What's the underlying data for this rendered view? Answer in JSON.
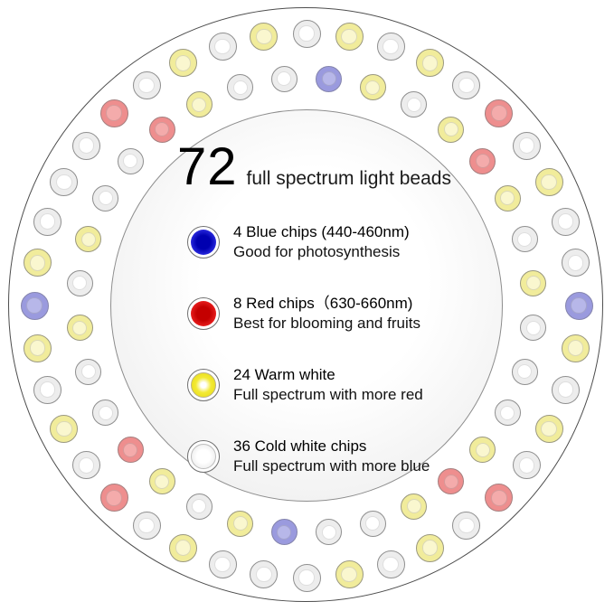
{
  "title": {
    "count": "72",
    "label": "full spectrum light beads"
  },
  "legend": [
    {
      "type": "blue",
      "line1": "4 Blue chips (440-460nm)",
      "line2": "Good for photosynthesis"
    },
    {
      "type": "red",
      "line1": "8 Red chips（630-660nm)",
      "line2": "Best for blooming and fruits"
    },
    {
      "type": "warm",
      "line1": "24 Warm white",
      "line2": "Full spectrum with more red"
    },
    {
      "type": "cold",
      "line1": "36 Cold white chips",
      "line2": "Full spectrum with more blue"
    }
  ],
  "bead_counts": {
    "blue": 4,
    "red": 8,
    "warm_white": 24,
    "cold_white": 36,
    "total": 72
  },
  "rings": {
    "outer": {
      "radius": 301,
      "bead_size": 31,
      "start_angle": -90,
      "beads": [
        "cold",
        "warm",
        "cold",
        "warm",
        "cold",
        "red",
        "cold",
        "warm",
        "cold",
        "cold",
        "blue",
        "warm",
        "cold",
        "warm",
        "cold",
        "red",
        "cold",
        "warm",
        "cold",
        "warm",
        "cold",
        "cold",
        "cold",
        "warm",
        "cold",
        "red",
        "cold",
        "warm",
        "cold",
        "warm",
        "blue",
        "warm",
        "cold",
        "cold",
        "cold",
        "red",
        "cold",
        "warm",
        "cold",
        "warm"
      ]
    },
    "inner": {
      "radius": 252,
      "bead_size": 29,
      "start_angle": -84.375,
      "beads": [
        "blue",
        "warm",
        "cold",
        "warm",
        "red",
        "warm",
        "cold",
        "warm",
        "cold",
        "cold",
        "cold",
        "warm",
        "red",
        "warm",
        "cold",
        "cold",
        "blue",
        "warm",
        "cold",
        "warm",
        "red",
        "cold",
        "cold",
        "warm",
        "cold",
        "warm",
        "cold",
        "cold",
        "red",
        "warm",
        "cold",
        "cold"
      ]
    }
  },
  "bead_colors": {
    "cold": {
      "base": "#ededed",
      "inner": "#ffffff",
      "border": "#8f8f8f"
    },
    "warm": {
      "base": "#f1ec9b",
      "inner": "#faf7cf",
      "border": "#9a9880"
    },
    "red": {
      "base": "#ee8e8e",
      "inner": "#f4abab",
      "border": "#a57f7f"
    },
    "blue": {
      "base": "#9a9ade",
      "inner": "#b7b7e9",
      "border": "#8585ad"
    }
  }
}
